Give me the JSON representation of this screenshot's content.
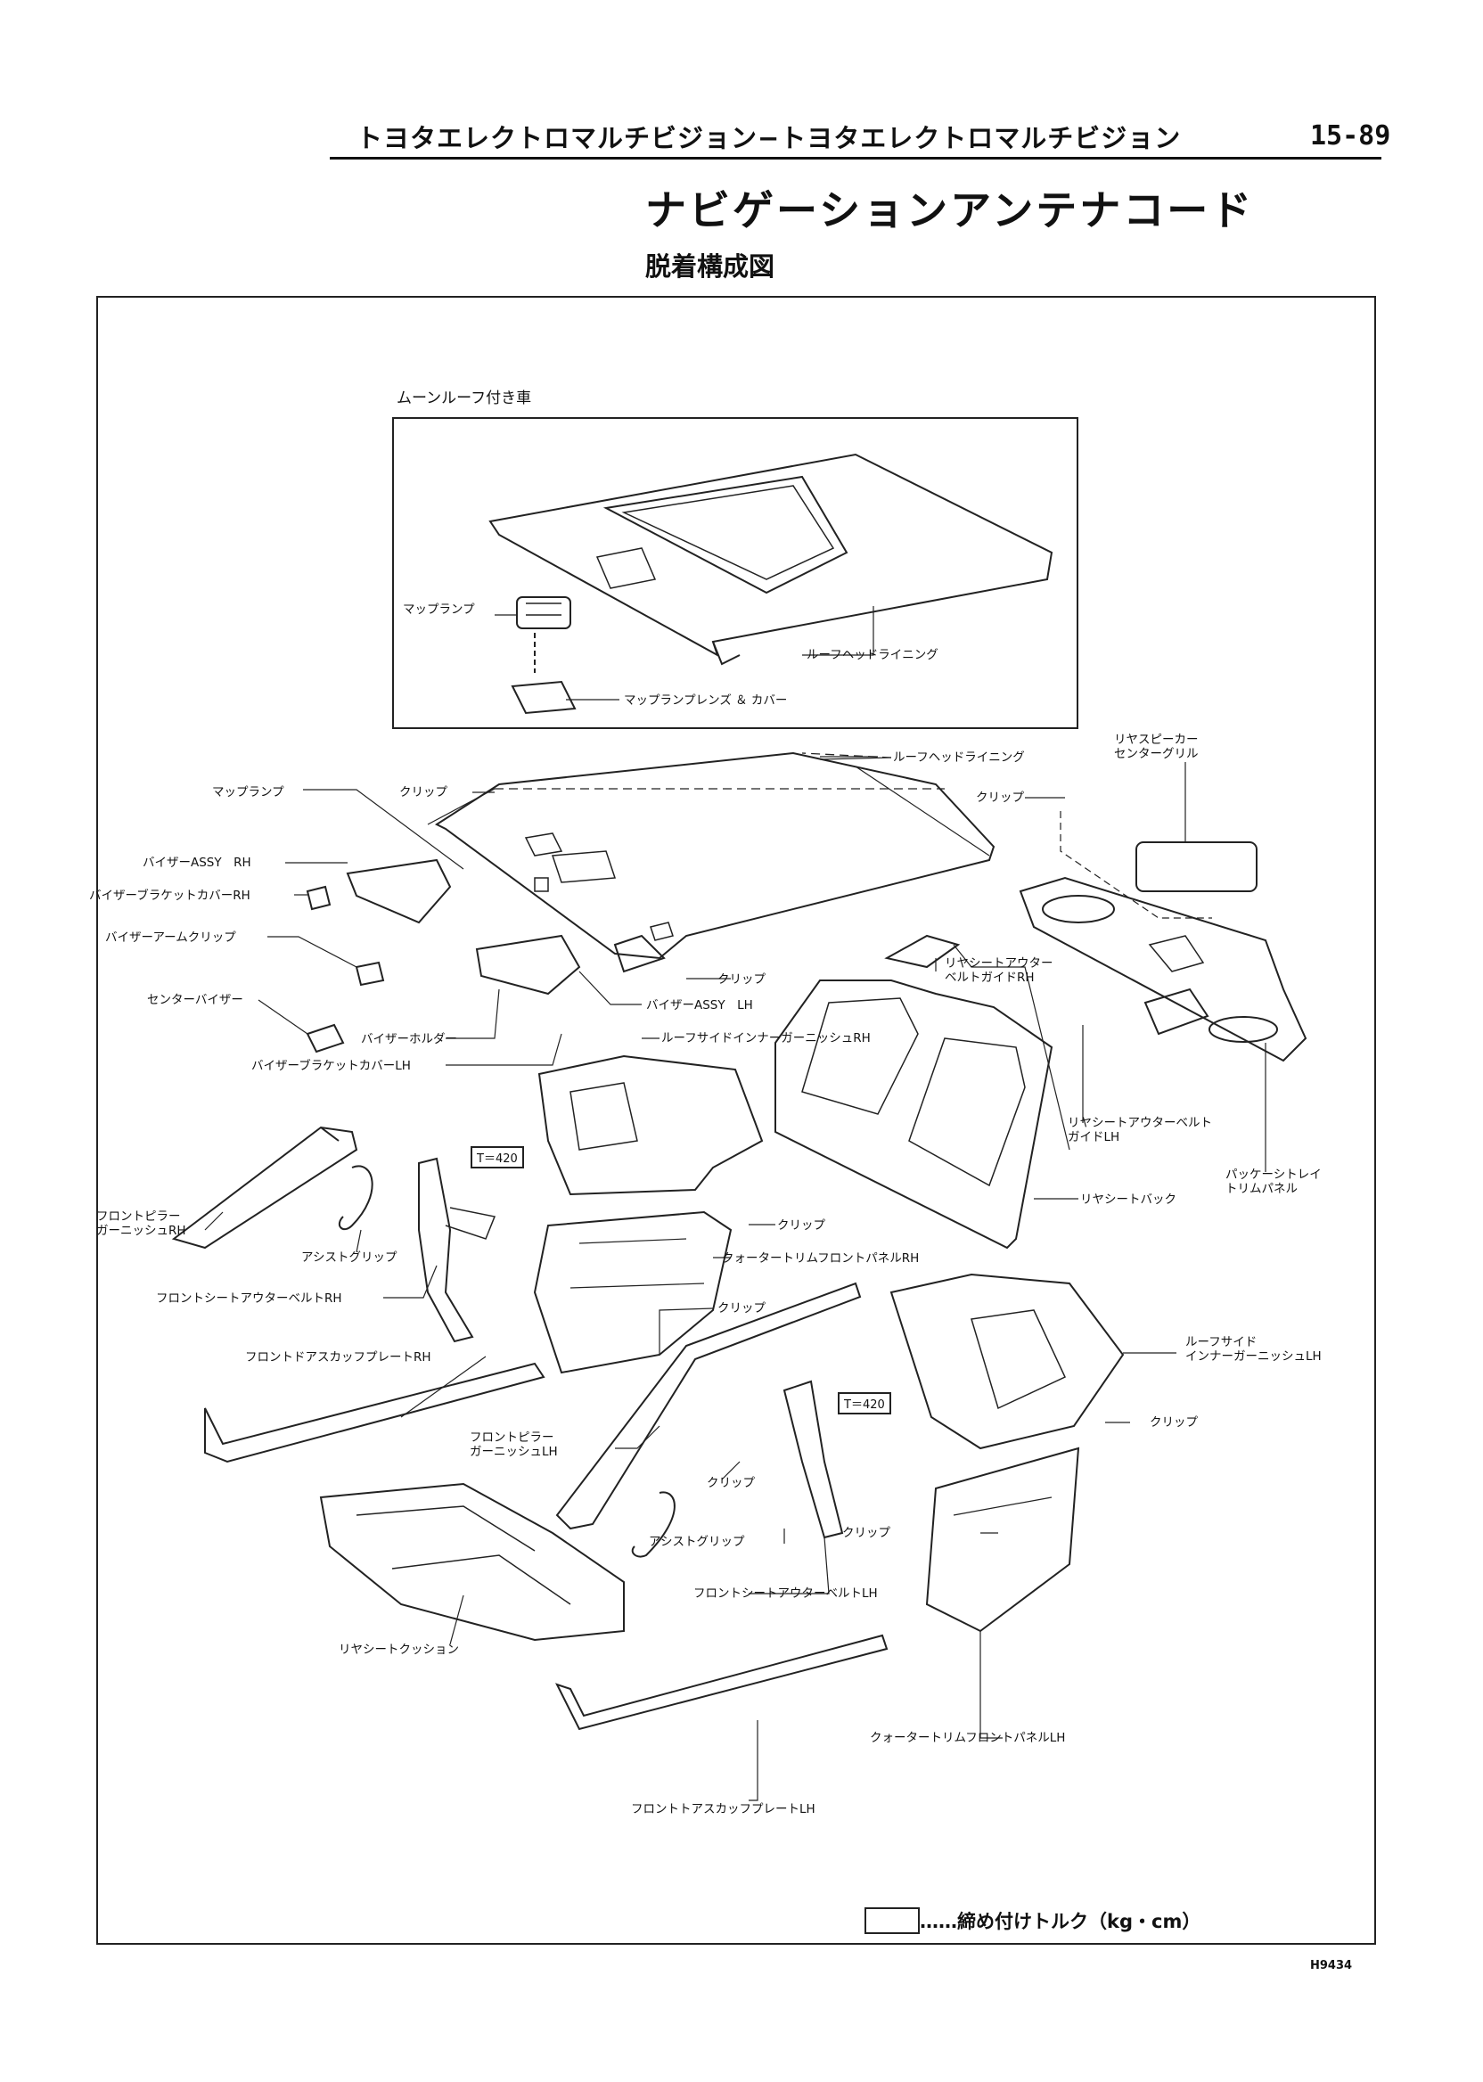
{
  "header": {
    "section_title": "トヨタエレクトロマルチビジョン−トヨタエレクトロマルチビジョン",
    "page_number": "15-89"
  },
  "title": "ナビゲーションアンテナコード",
  "subtitle": "脱着構成図",
  "inset": {
    "caption": "ムーンルーフ付き車",
    "labels": {
      "map_lamp": "マップランプ",
      "roof_headlining": "ルーフヘッドライニング",
      "map_lamp_lens_cover": "マップランプレンズ ＆ カバー"
    }
  },
  "labels": {
    "roof_headlining": "ルーフヘッドライニング",
    "rear_speaker_grille": "リヤスピーカー\nセンターグリル",
    "clip_top_left": "クリップ",
    "clip_top_right": "クリップ",
    "map_lamp": "マップランプ",
    "visor_assy_rh": "バイザーASSY　RH",
    "visor_bracket_cover_rh": "バイザーブラケットカバーRH",
    "visor_arm_clip": "バイザーアームクリップ",
    "center_visor": "センターバイザー",
    "visor_holder": "バイザーホルダー",
    "visor_bracket_cover_lh": "バイザーブラケットカバーLH",
    "clip_center": "クリップ",
    "visor_assy_lh": "バイザーASSY　LH",
    "roof_side_inner_garnish_rh": "ルーフサイドインナーガーニッシュRH",
    "rear_seat_outer_belt_guide_rh": "リヤシートアウター\nベルトガイドRH",
    "rear_seat_outer_belt_guide_lh": "リヤシートアウターベルト\nガイドLH",
    "package_tray_trim_panel": "パッケーシトレイ\nトリムパネル",
    "rear_seat_back": "リヤシートバック",
    "front_pillar_garnish_rh": "フロントピラー\nガーニッシュRH",
    "assist_grip_rh": "アシストグリップ",
    "front_seat_outer_belt_rh": "フロントシートアウターベルトRH",
    "clip_quarter_rh": "クリップ",
    "quarter_trim_front_panel_rh": "クォータートリムフロントパネルRH",
    "clip_lower": "クリップ",
    "front_door_scuff_plate_rh": "フロントドアスカッフプレートRH",
    "roof_side_inner_garnish_lh": "ルーフサイド\nインナーガーニッシュLH",
    "clip_right": "クリップ",
    "front_pillar_garnish_lh": "フロントピラー\nガーニッシュLH",
    "clip_lh_1": "クリップ",
    "clip_lh_2": "クリップ",
    "assist_grip_lh": "アシストグリップ",
    "front_seat_outer_belt_lh": "フロントシートアウターベルトLH",
    "rear_seat_cushion": "リヤシートクッション",
    "quarter_trim_front_panel_lh": "クォータートリムフロントパネルLH",
    "front_door_scuff_plate_lh": "フロントトアスカッフプレートLH"
  },
  "torque_specs": [
    {
      "id": "belt_rh",
      "text": "T＝420"
    },
    {
      "id": "belt_lh",
      "text": "T＝420"
    }
  ],
  "legend": {
    "text": "……締め付けトルク（kg・cm）"
  },
  "figure_code": "H9434"
}
